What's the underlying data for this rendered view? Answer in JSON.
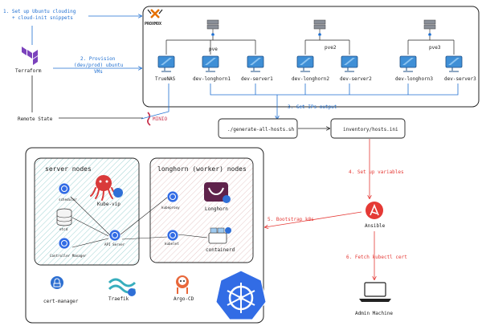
{
  "steps": {
    "step1": "1. Set up Ubuntu clouding",
    "step1b": "+ cloud-init snippets",
    "step2": "2. Provision",
    "step2b": "(dev/prod) ubuntu",
    "step2c": "VMs",
    "step3": "3. Get IPs output",
    "step4": "4. Set up variables",
    "step5": "5. Bootstrap k8s",
    "step6": "6. Fetch kubectl cert"
  },
  "left": {
    "terraform": "Terraform",
    "remote_state": "Remote State",
    "minio": "MINIO"
  },
  "proxmox": {
    "logo": "PROXMOX",
    "hosts": [
      "pve",
      "pve2",
      "pve3"
    ],
    "vms": [
      "TrueNAS",
      "dev-longhorn1",
      "dev-server1",
      "dev-longhorn2",
      "dev-server2",
      "dev-longhorn3",
      "dev-server3"
    ]
  },
  "scripts": {
    "generate": "./generate-all-hosts.sh",
    "inventory": "inventory/hosts.ini"
  },
  "ansible": {
    "label": "Ansible",
    "admin": "Admin Machine"
  },
  "cluster": {
    "server_title": "server nodes",
    "worker_title": "longhorn (worker) nodes",
    "scheduler": "scheduler",
    "etcd": "etcd",
    "controller": "Controller Manager",
    "api": "API Server",
    "kubevip": "Kube-vip",
    "kubeproxy": "kubeproxy",
    "kubelet": "kubelet",
    "longhorn": "Longhorn",
    "containerd": "containerd",
    "certmanager": "cert-manager",
    "traefik": "Traefik",
    "argocd": "Argo-CD"
  }
}
